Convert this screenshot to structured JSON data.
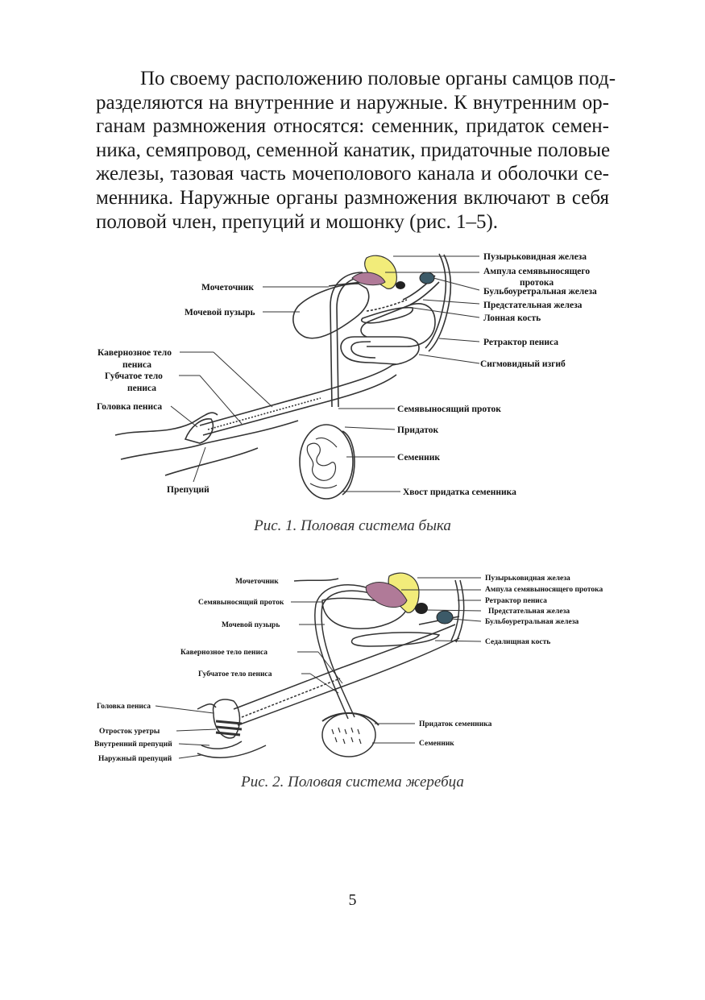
{
  "intro_lines": [
    "По своему расположению половые органы самцов под-",
    "разделяются на внутренние и наружные. К внутренним ор-",
    "ганам размножения относятся: семенник, придаток семен-",
    "ника, семяпровод, семенной канатик, придаточные половые",
    "железы, тазовая часть мочеполового канала и оболочки се-",
    "менника. Наружные органы размножения включают в себя",
    "половой член, препуций и мошонку (рис. 1–5)."
  ],
  "figure1": {
    "caption": "Рис. 1. Половая система быка",
    "labels": {
      "vesicular_gland": "Пузырьковидная железа",
      "ampulla_1": "Ампула семявыносящего",
      "ampulla_2": "протока",
      "bulbourethral_gland": "Бульбоуретральная железа",
      "prostate": "Предстательная железа",
      "pubic_bone": "Лонная кость",
      "retractor": "Ретрактор пениса",
      "sigmoid_flexure": "Сигмовидный изгиб",
      "vas_deferens": "Семявыносящий проток",
      "epididymis": "Придаток",
      "testis": "Семенник",
      "epididymis_tail": "Хвост придатка семенника",
      "ureter": "Мочеточник",
      "bladder": "Мочевой пузырь",
      "cavernous_1": "Кавернозное тело",
      "cavernous_2": "пениса",
      "spongy_1": "Губчатое тело",
      "spongy_2": "пениса",
      "glans": "Головка пениса",
      "prepuce": "Препуций"
    }
  },
  "figure2": {
    "caption": "Рис. 2. Половая система жеребца",
    "labels": {
      "ureter": "Мочеточник",
      "vas_deferens": "Семявыносящий проток",
      "bladder": "Мочевой пузырь",
      "cavernous": "Кавернозное тело пениса",
      "spongy": "Губчатое тело пениса",
      "glans": "Головка пениса",
      "urethral_process": "Отросток уретры",
      "inner_prepuce": "Внутренний препуций",
      "outer_prepuce": "Наружный препуций",
      "vesicular_gland": "Пузырьковидная железа",
      "ampulla": "Ампула семявыносящего протока",
      "retractor": "Ретрактор пениса",
      "prostate": "Предстательная железа",
      "bulbourethral_gland": "Бульбоуретральная железа",
      "ischial_bone": "Седалищная кость",
      "epididymis": "Придаток семенника",
      "testis": "Семенник"
    }
  },
  "page_number": "5",
  "colors": {
    "vesicular_gland": "#f2ec7a",
    "ampulla": "#b07a98",
    "bulbourethral": "#3c5a68",
    "line": "#333333"
  }
}
